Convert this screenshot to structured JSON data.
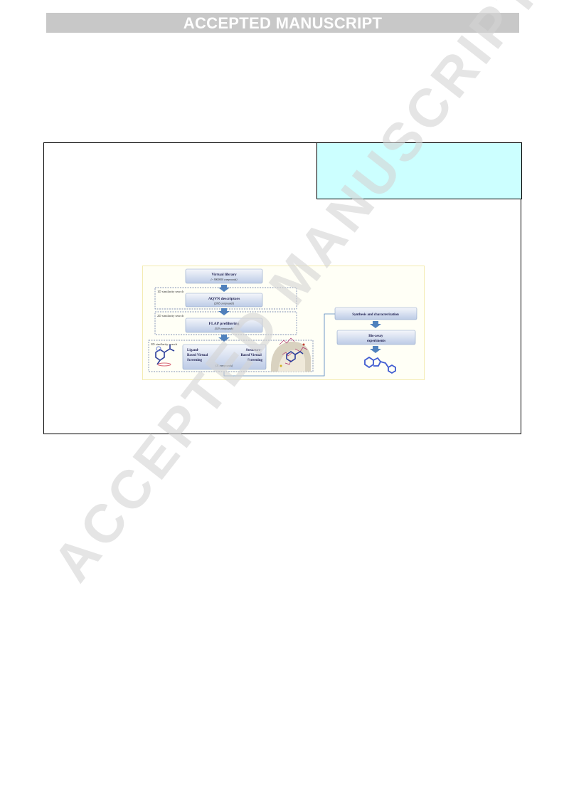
{
  "header": {
    "banner": "ACCEPTED MANUSCRIPT"
  },
  "watermark": {
    "text": "ACCEPTED MANUSCRIPT"
  },
  "graphic": {
    "library": {
      "title": "Virtual library",
      "count": "(~ 9000000 compounds)"
    },
    "stage1": {
      "label": "1D similarity search",
      "title": "AQVN descriptors",
      "count": "(2065 compounds)"
    },
    "stage2": {
      "label": "2D similarity search",
      "title": "FLAP prefiltering",
      "count": "(519 compounds)"
    },
    "stage3": {
      "label": "3D similarity search",
      "left": [
        "Ligand-",
        "Based Virtual",
        "Screening"
      ],
      "right": [
        "Structure-",
        "Based Virtual",
        "Screening"
      ],
      "count": "(11 compounds)"
    },
    "synthesis": {
      "title": "Synthesis and characterization"
    },
    "bioassay": {
      "title": [
        "Bio-assay",
        "experiments"
      ]
    },
    "colors": {
      "box_fill_top": "#f4f6fb",
      "box_fill_bottom": "#bccbe6",
      "box_stroke": "#8ea3c7",
      "arrow": "#4f81bd",
      "molecule": "#3f5bd1"
    }
  }
}
